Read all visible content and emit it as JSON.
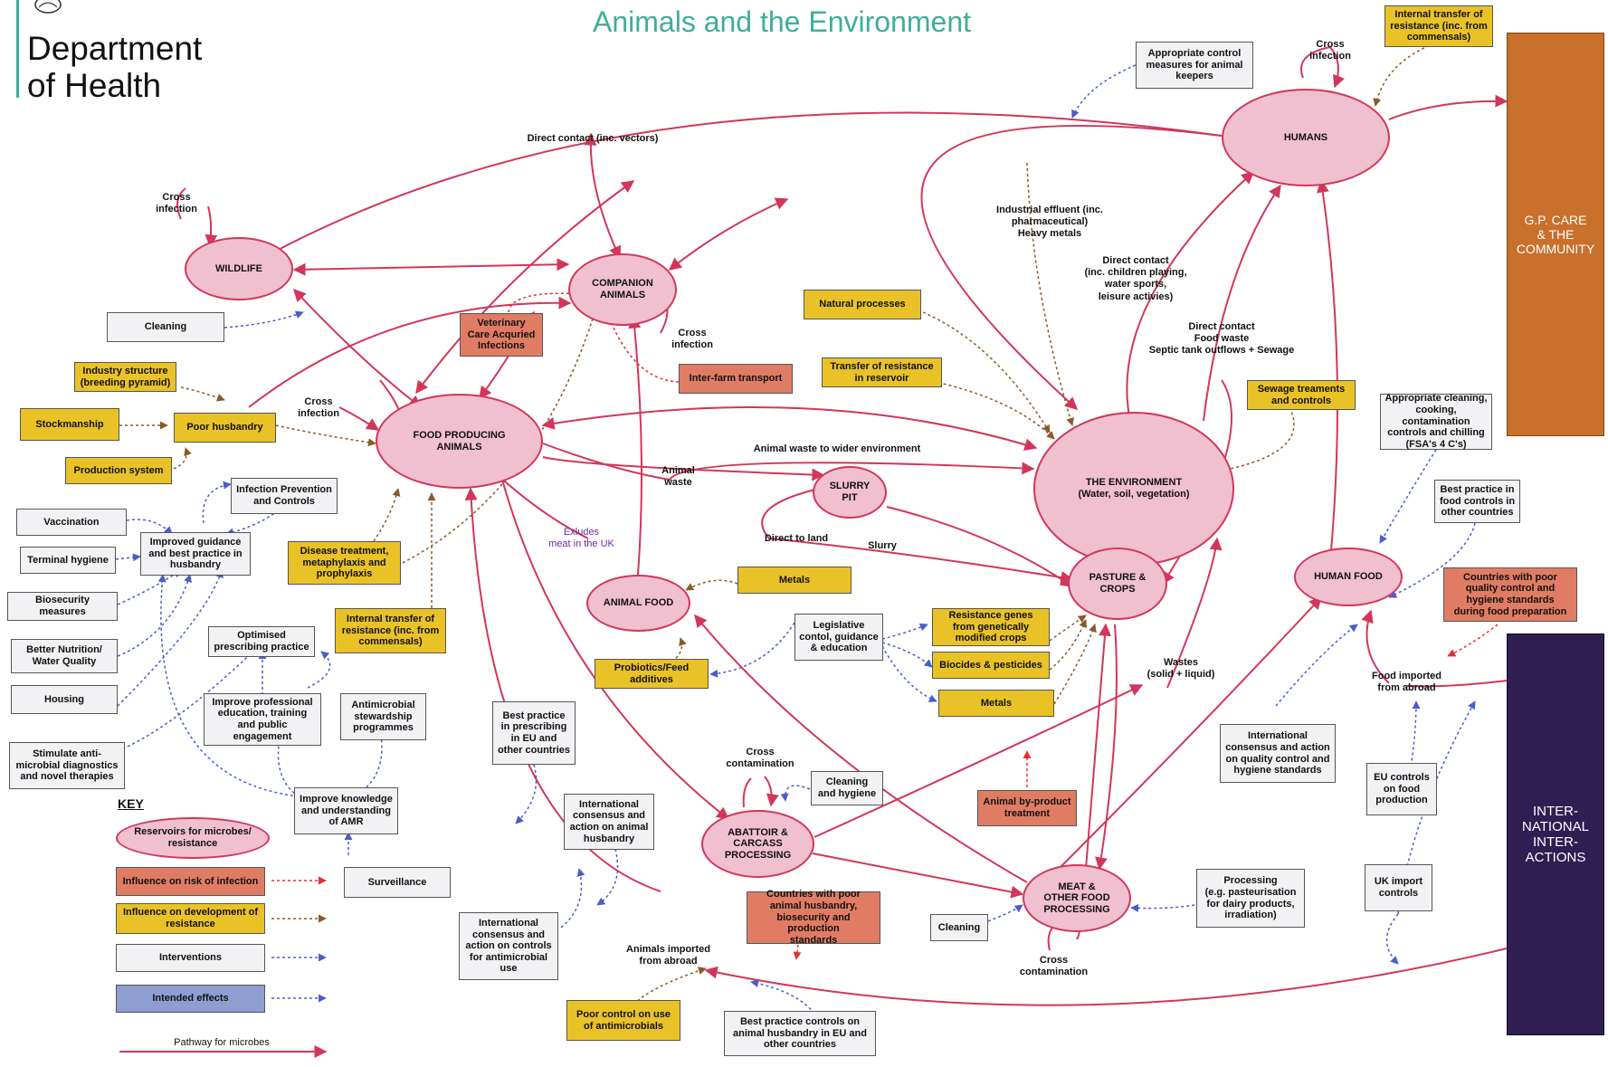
{
  "header": {
    "title": "Animals and the Environment",
    "department": "Department\nof Health"
  },
  "side_boxes": {
    "gp_care": "G.P. CARE\n& THE\nCOMMUNITY",
    "international": "INTER-\nNATIONAL\nINTER-\nACTIONS"
  },
  "reservoirs": {
    "humans": "HUMANS",
    "wildlife": "WILDLIFE",
    "companion_animals": "COMPANION\nANIMALS",
    "food_producing_animals": "FOOD PRODUCING\nANIMALS",
    "slurry_pit": "SLURRY\nPIT",
    "environment": "THE ENVIRONMENT\n(Water, soil, vegetation)",
    "pasture_crops": "PASTURE &\nCROPS",
    "human_food": "HUMAN FOOD",
    "animal_food": "ANIMAL FOOD",
    "abattoir": "ABATTOIR &\nCARCASS\nPROCESSING",
    "meat_processing": "MEAT &\nOTHER FOOD\nPROCESSING"
  },
  "interventions": {
    "control_measures_keepers": "Appropriate control\nmeasures for animal\nkeepers",
    "cleaning_wildlife": "Cleaning",
    "infection_prevention": "Infection Prevention\nand Controls",
    "vaccination": "Vaccination",
    "terminal_hygiene": "Terminal hygiene",
    "biosecurity": "Biosecurity measures",
    "better_nutrition": "Better Nutrition/\nWater Quality",
    "housing": "Housing",
    "improved_guidance": "Improved guidance\nand best practice in\nhusbandry",
    "optimised_prescribing": "Optimised\nprescribing practice",
    "improve_education": "Improve professional\neducation, training\nand public\nengagement",
    "stewardship": "Antimicrobial\nstewardship\nprogrammes",
    "stimulate_diagnostics": "Stimulate anti-\nmicrobial diagnostics\nand novel therapies",
    "improve_knowledge": "Improve knowledge\nand understanding\nof AMR",
    "surveillance": "Surveillance",
    "best_practice_prescribing": "Best practice\nin prescribing\nin EU and\nother countries",
    "intl_husbandry": "International\nconsensus and\naction on animal\nhusbandry",
    "intl_antimicrobial": "International\nconsensus and\naction on controls\nfor antimicrobial\nuse",
    "legislative": "Legislative\ncontol, guidance\n& education",
    "cleaning_hygiene": "Cleaning\nand hygiene",
    "cleaning_meat": "Cleaning",
    "processing": "Processing\n(e.g. pasteurisation\nfor dairy products,\nirradiation)",
    "best_practice_husbandry_eu": "Best practice controls on\nanimal husbandry in EU and\nother countries",
    "intl_quality_control": "International\nconsensus and action\non quality control and\nhygiene standards",
    "eu_controls": "EU controls\non food\nproduction",
    "uk_import": "UK import\ncontrols",
    "appropriate_cleaning": "Appropriate cleaning,\ncooking, contamination\ncontrols and chilling\n(FSA's 4 C's)",
    "best_practice_food": "Best practice in\nfood controls in\nother countries"
  },
  "development_influences": {
    "internal_transfer_top": "Internal transfer of\nresistance (inc. from\ncommensals)",
    "industry_structure": "Industry structure\n(breeding pyramid)",
    "stockmanship": "Stockmanship",
    "poor_husbandry": "Poor husbandry",
    "production_system": "Production system",
    "disease_treatment": "Disease treatment,\nmetaphylaxis and\nprophylaxis",
    "internal_transfer_mid": "Internal transfer of\nresistance (inc. from\ncommensals)",
    "natural_processes": "Natural processes",
    "transfer_reservoir": "Transfer of resistance\nin reservoir",
    "sewage_treatments": "Sewage treaments\nand controls",
    "metals_top": "Metals",
    "probiotics": "Probiotics/Feed\nadditives",
    "resistance_genes": "Resistance genes\nfrom genetically\nmodified crops",
    "biocides": "Biocides & pesticides",
    "metals_bottom": "Metals",
    "poor_control": "Poor control on use\nof antimicrobials"
  },
  "infection_influences": {
    "vet_care": "Veterinary\nCare Acquried\nInfections",
    "inter_farm": "Inter-farm transport",
    "animal_byproduct": "Animal by-product\ntreatment",
    "countries_poor_husbandry": "Countries with poor\nanimal husbandry,\nbiosecurity and production\nstandards",
    "countries_poor_quality": "Countries with poor\nquality control and\nhygiene standards\nduring food preparation"
  },
  "labels": {
    "cross_infection_humans": "Cross\ninfection",
    "direct_contact_vectors": "Direct contact (inc. vectors)",
    "cross_infection_wildlife": "Cross\ninfection",
    "cross_infection_companion": "Cross\ninfection",
    "cross_infection_food": "Cross\ninfection",
    "industrial_effluent": "Industrial effluent (inc.\npharmaceutical)\nHeavy metals",
    "direct_contact_children": "Direct contact\n(inc. children playing,\nwater sports,\nleisure activies)",
    "direct_contact_food_waste": "Direct contact\nFood waste\nSeptic tank outflows + Sewage",
    "animal_waste_wider": "Animal waste to wider environment",
    "animal_waste": "Animal\nwaste",
    "direct_to_land": "Direct to land",
    "slurry": "Slurry",
    "excludes_meat": "Exludes\nmeat in the UK",
    "wastes": "Wastes\n(solid + liquid)",
    "cross_contamination_abattoir": "Cross\ncontamination",
    "cross_contamination_meat": "Cross\ncontamination",
    "animals_imported": "Animals imported\nfrom abroad",
    "food_imported": "Food imported\nfrom abroad"
  },
  "key": {
    "title": "KEY",
    "reservoirs": "Reservoirs for microbes/\nresistance",
    "infection": "Influence on risk of infection",
    "development": "Influence on development of\nresistance",
    "interventions": "Interventions",
    "intended": "Intended effects",
    "pathway": "Pathway for microbes"
  },
  "colors": {
    "reservoir_fill": "#f0bfd0",
    "reservoir_stroke": "#d2365a",
    "pathway": "#d2365a",
    "development": "#c8702c",
    "infection": "#e03030",
    "intervention": "#4a5ec8",
    "title": "#3fae98",
    "gp_care": "#c8702c",
    "international": "#2e1e52"
  }
}
